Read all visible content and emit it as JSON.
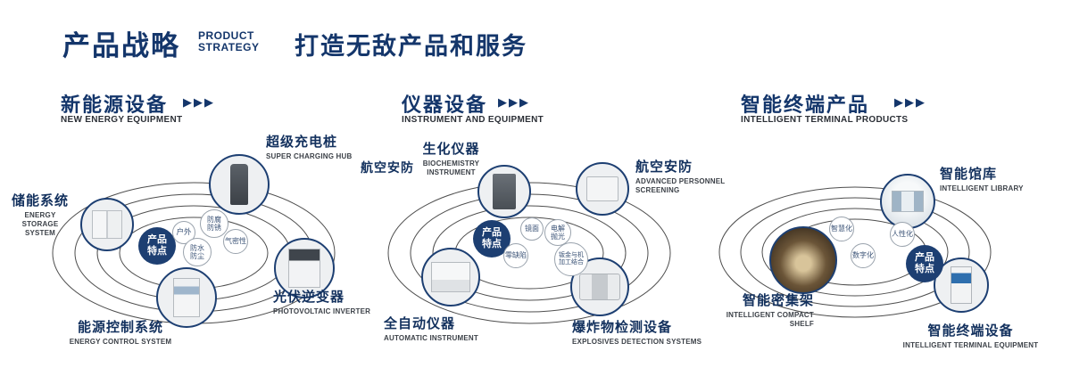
{
  "colors": {
    "brand_navy": "#14366b",
    "badge_fill": "#1d3f72",
    "orbit_stroke": "#3b3b3b"
  },
  "header": {
    "title_cn": "产品战略",
    "title_en1": "PRODUCT",
    "title_en2": "STRATEGY",
    "slogan": "打造无敌产品和服务"
  },
  "sections": {
    "energy": {
      "title_cn": "新能源设备",
      "title_en": "NEW ENERGY EQUIPMENT",
      "arrows": "▶▶▶",
      "badge": "产品特点",
      "features": {
        "outdoor": "户外",
        "anticorrosion": "防腐防锈",
        "airtight": "气密性",
        "waterproof": "防水防尘"
      },
      "products": {
        "charging": {
          "cn": "超级充电桩",
          "en": "SUPER CHARGING HUB"
        },
        "storage": {
          "cn": "储能系统",
          "en": "ENERGY STORAGE SYSTEM"
        },
        "inverter": {
          "cn": "光伏逆变器",
          "en": "PHOTOVOLTAIC INVERTER"
        },
        "control": {
          "cn": "能源控制系统",
          "en": "ENERGY CONTROL SYSTEM"
        }
      }
    },
    "instrument": {
      "title_cn": "仪器设备",
      "title_en": "INSTRUMENT AND EQUIPMENT",
      "arrows": "▶▶▶",
      "badge": "产品特点",
      "aviation_label": "航空安防",
      "features": {
        "mirror": "镜面",
        "polish": "电解抛光",
        "zero": "零缺陷",
        "sheetmetal": "钣金与机加工结合"
      },
      "products": {
        "biochem": {
          "cn": "生化仪器",
          "en": "BIOCHEMISTRY INSTRUMENT"
        },
        "screening": {
          "cn": "航空安防",
          "en": "ADVANCED PERSONNEL SCREENING"
        },
        "automatic": {
          "cn": "全自动仪器",
          "en": "AUTOMATIC INSTRUMENT"
        },
        "explosives": {
          "cn": "爆炸物检测设备",
          "en": "EXPLOSIVES DETECTION SYSTEMS"
        }
      }
    },
    "terminal": {
      "title_cn": "智能终端产品",
      "title_en": "INTELLIGENT TERMINAL PRODUCTS",
      "arrows": "▶▶▶",
      "badge": "产品特点",
      "features": {
        "smart": "智慧化",
        "humanized": "人性化",
        "digital": "数字化"
      },
      "products": {
        "library": {
          "cn": "智能馆库",
          "en": "INTELLIGENT LIBRARY"
        },
        "shelf": {
          "cn": "智能密集架",
          "en": "INTELLIGENT COMPACT SHELF"
        },
        "terminal": {
          "cn": "智能终端设备",
          "en": "INTELLIGENT TERMINAL EQUIPMENT"
        }
      }
    }
  }
}
